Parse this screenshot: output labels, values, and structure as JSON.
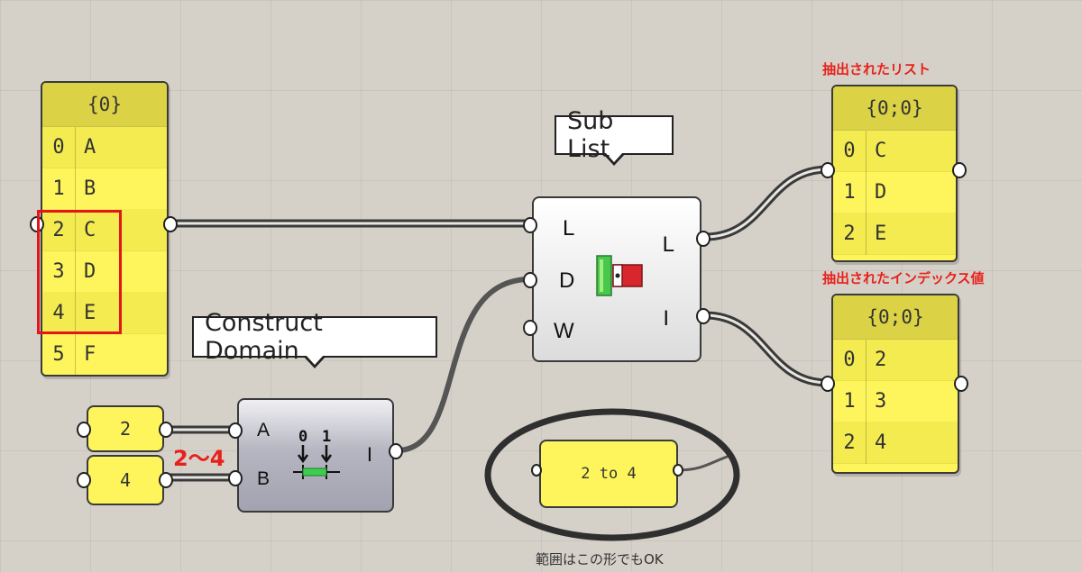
{
  "source_panel": {
    "header": "{0}",
    "items": [
      {
        "index": "0",
        "value": "A"
      },
      {
        "index": "1",
        "value": "B"
      },
      {
        "index": "2",
        "value": "C"
      },
      {
        "index": "3",
        "value": "D"
      },
      {
        "index": "4",
        "value": "E"
      },
      {
        "index": "5",
        "value": "F"
      }
    ]
  },
  "sub_list": {
    "tooltip": "Sub List",
    "inputs": [
      "L",
      "D",
      "W"
    ],
    "outputs": [
      "L",
      "I"
    ]
  },
  "construct_domain": {
    "tooltip": "Construct Domain",
    "inputs": [
      "A",
      "B"
    ],
    "output": "I",
    "icon_labels": [
      "0",
      "1"
    ]
  },
  "num_a": "2",
  "num_b": "4",
  "domain_annotation": "2〜4",
  "domain_panel": "2 to 4",
  "range_note": "範囲はこの形でもOK",
  "extracted_list": {
    "title": "抽出されたリスト",
    "header": "{0;0}",
    "items": [
      {
        "index": "0",
        "value": "C"
      },
      {
        "index": "1",
        "value": "D"
      },
      {
        "index": "2",
        "value": "E"
      }
    ]
  },
  "extracted_indices": {
    "title": "抽出されたインデックス値",
    "header": "{0;0}",
    "items": [
      {
        "index": "0",
        "value": "2"
      },
      {
        "index": "1",
        "value": "3"
      },
      {
        "index": "2",
        "value": "4"
      }
    ]
  },
  "colors": {
    "panel": "#fdf55b",
    "panel_header": "#dbd345",
    "annotation_red": "#e8201b",
    "domain_green": "#3ccf4e"
  }
}
